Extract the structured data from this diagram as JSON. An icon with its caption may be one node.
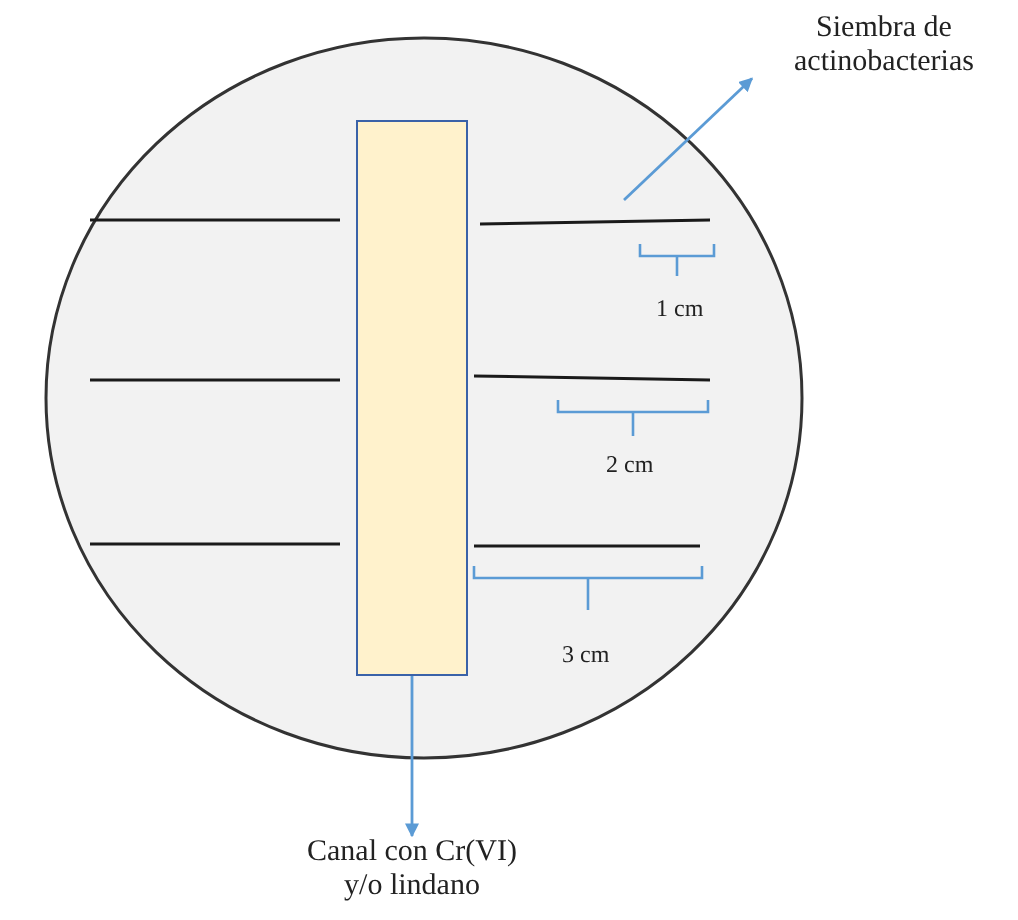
{
  "diagram": {
    "nodes": [
      {
        "text": [],
        "shape": "circle"
      },
      {
        "text": [],
        "shape": "box",
        "in": 0
      },
      {
        "text": [
          "Canal con Cr(VI) y/o lindano"
        ]
      },
      {
        "text": [
          "Siembra de actinobacterias"
        ]
      }
    ],
    "edges": [
      {
        "from": 1,
        "to": 2,
        "arrow": "to"
      },
      {
        "from": null,
        "to": 3,
        "arrow": "to"
      }
    ],
    "labels": [
      "1 cm",
      "2 cm",
      "3 cm"
    ]
  }
}
